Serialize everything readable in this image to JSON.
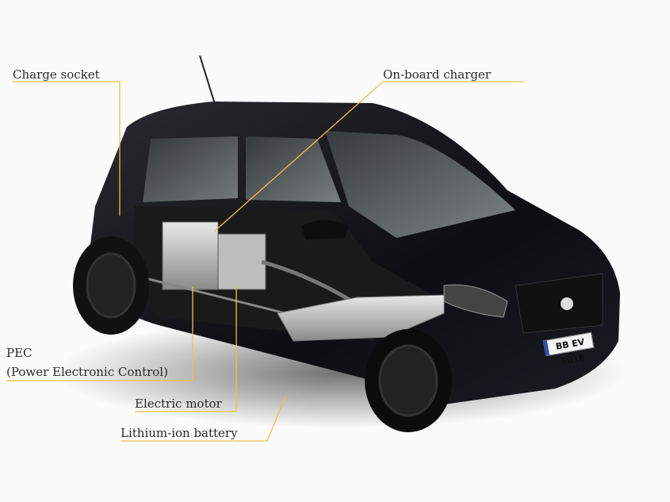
{
  "diagram": {
    "subject": "Electric car cutaway (smart forfour electric drive)",
    "accent_color": "#e8c34a",
    "labels": [
      {
        "id": "charge-socket",
        "text": "Charge socket"
      },
      {
        "id": "on-board-charger",
        "text": "On-board charger"
      },
      {
        "id": "pec-line1",
        "text": "PEC"
      },
      {
        "id": "pec-line2",
        "text": "(Power Electronic Control)"
      },
      {
        "id": "electric-motor",
        "text": "Electric motor"
      },
      {
        "id": "lithium-ion-battery",
        "text": "Lithium-ion battery"
      }
    ],
    "license_plate": "BB EV 601E"
  }
}
